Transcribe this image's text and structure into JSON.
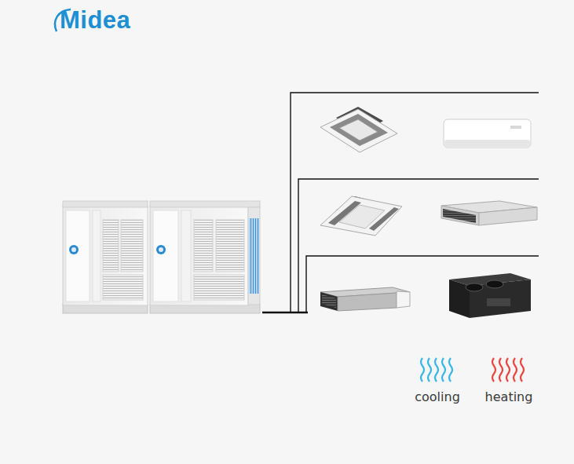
{
  "diagram": {
    "labels": [
      "Midea"
    ],
    "legend": [
      {
        "text": "cooling"
      },
      {
        "text": "heating"
      }
    ]
  }
}
